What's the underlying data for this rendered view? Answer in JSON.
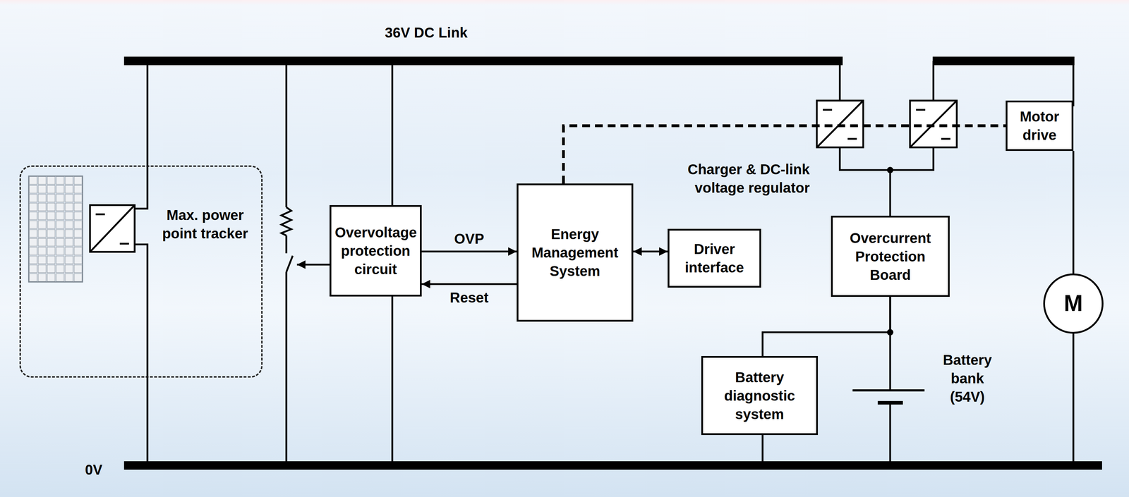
{
  "diagram": {
    "nodes": [
      {
        "text": [
          "Max. power point tracker"
        ]
      },
      {
        "text": [
          "Overvoltage protection circuit"
        ]
      },
      {
        "text": [
          "Energy Management System"
        ]
      },
      {
        "text": [
          "Driver interface"
        ]
      },
      {
        "text": [
          "Motor drive"
        ]
      },
      {
        "text": [
          "Overcurrent Protection Board"
        ]
      },
      {
        "text": [
          "M"
        ]
      },
      {
        "text": [
          "Battery diagnostic system"
        ]
      }
    ],
    "edges": [
      {
        "from": 1,
        "to": 2,
        "label": "OVP",
        "arrow": "to"
      },
      {
        "from": 2,
        "to": 1,
        "label": "Reset",
        "arrow": "to"
      },
      {
        "from": 2,
        "to": 3,
        "arrow": "both"
      },
      {
        "from": 2,
        "to": 4,
        "arrow": "none"
      },
      {
        "from": 4,
        "to": 6,
        "arrow": "none"
      },
      {
        "from": 5,
        "to": 7,
        "arrow": "none"
      }
    ],
    "labels": [
      "36V DC Link",
      "0V",
      "Charger & DC-link voltage regulator",
      "Battery bank (54V)"
    ]
  }
}
